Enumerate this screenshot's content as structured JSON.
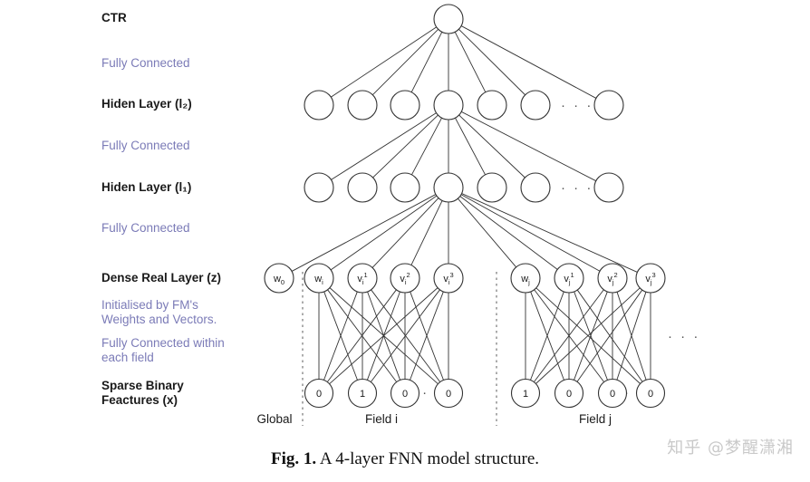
{
  "figure": {
    "caption_label": "Fig. 1.",
    "caption_text": "A 4-layer FNN model structure.",
    "watermark": "知乎 @梦醒潇湘",
    "accent_color": "#7b7bb7",
    "text_color": "#1a1a1a",
    "line_color": "#333333",
    "background": "#ffffff"
  },
  "row_labels": [
    {
      "text": "CTR",
      "style": "dark"
    },
    {
      "text": "Fully Connected",
      "style": "accent"
    },
    {
      "text": "Hiden Layer (l₂)",
      "style": "dark"
    },
    {
      "text": "Fully Connected",
      "style": "accent"
    },
    {
      "text": "Hiden Layer (l₁)",
      "style": "dark"
    },
    {
      "text": "Fully Connected",
      "style": "accent"
    },
    {
      "text": "Dense Real Layer (z)",
      "style": "dark"
    },
    {
      "text": "Initialised by FM's\nWeights and Vectors.",
      "style": "accent"
    },
    {
      "text": "Fully Connected within\neach field",
      "style": "accent"
    },
    {
      "text": "Sparse Binary\nFeactures (x)",
      "style": "dark"
    }
  ],
  "layers": {
    "output": {
      "name": "CTR",
      "nodes": [
        {
          "label": ""
        }
      ]
    },
    "hidden_l2": {
      "name": "Hiden Layer (l₂)",
      "node_count_shown": 7,
      "has_ellipsis": true,
      "nodes": [
        {
          "label": ""
        },
        {
          "label": ""
        },
        {
          "label": ""
        },
        {
          "label": ""
        },
        {
          "label": ""
        },
        {
          "label": ""
        },
        {
          "label": ""
        }
      ]
    },
    "hidden_l1": {
      "name": "Hiden Layer (l₁)",
      "node_count_shown": 7,
      "has_ellipsis": true,
      "nodes": [
        {
          "label": ""
        },
        {
          "label": ""
        },
        {
          "label": ""
        },
        {
          "label": ""
        },
        {
          "label": ""
        },
        {
          "label": ""
        },
        {
          "label": ""
        }
      ]
    },
    "dense_real": {
      "name": "Dense Real Layer (z)",
      "global_nodes": [
        {
          "base": "w",
          "sub": "0",
          "sup": ""
        }
      ],
      "field_i_nodes": [
        {
          "base": "w",
          "sub": "i",
          "sup": ""
        },
        {
          "base": "v",
          "sub": "i",
          "sup": "1"
        },
        {
          "base": "v",
          "sub": "i",
          "sup": "2"
        },
        {
          "base": "v",
          "sub": "i",
          "sup": "3"
        }
      ],
      "field_j_nodes": [
        {
          "base": "w",
          "sub": "j",
          "sup": ""
        },
        {
          "base": "v",
          "sub": "j",
          "sup": "1"
        },
        {
          "base": "v",
          "sub": "j",
          "sup": "2"
        },
        {
          "base": "v",
          "sub": "j",
          "sup": "3"
        }
      ],
      "has_trailing_ellipsis": true
    },
    "sparse_binary": {
      "name": "Sparse Binary Feactures (x)",
      "field_i_values": [
        "0",
        "1",
        "0",
        "0"
      ],
      "field_i_ellipsis_after_index": 2,
      "field_j_values": [
        "1",
        "0",
        "0",
        "0"
      ],
      "field_j_ellipsis_after_index": 2
    }
  },
  "field_labels": [
    {
      "text": "Global"
    },
    {
      "text": "Field i"
    },
    {
      "text": "Field j"
    }
  ],
  "ellipsis_glyph": "· · ·"
}
